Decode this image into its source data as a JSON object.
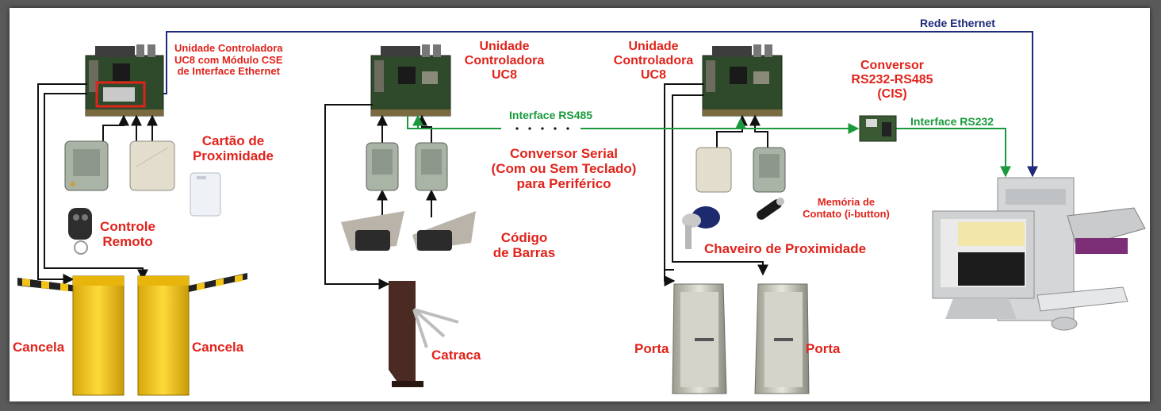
{
  "labels": {
    "rede_ethernet": "Rede Ethernet",
    "uc8_cse": [
      "Unidade Controladora",
      "UC8 com Módulo CSE",
      "de Interface Ethernet"
    ],
    "uc8_a": [
      "Unidade",
      "Controladora",
      "UC8"
    ],
    "uc8_b": [
      "Unidade",
      "Controladora",
      "UC8"
    ],
    "conversor_cis": [
      "Conversor",
      "RS232-RS485",
      "(CIS)"
    ],
    "interface_rs485": "Interface RS485",
    "interface_rs232": "Interface RS232",
    "cartao": [
      "Cartão de",
      "Proximidade"
    ],
    "controle": [
      "Controle",
      "Remoto"
    ],
    "conversor_serial": [
      "Conversor Serial",
      "(Com ou Sem Teclado)",
      "para Periférico"
    ],
    "codigo": [
      "Código",
      "de Barras"
    ],
    "memoria": [
      "Memória de",
      "Contato (i-button)"
    ],
    "chaveiro": "Chaveiro de Proximidade",
    "cancela_left": "Cancela",
    "cancela_right": "Cancela",
    "catraca": "Catraca",
    "porta_left": "Porta",
    "porta_right": "Porta"
  },
  "colors": {
    "label_red": "#e0231b",
    "rs485_green": "#1a9a3c",
    "ethernet_navy": "#1f2a7a",
    "wire_black": "#111111",
    "barrier_yellow": "#f2c418"
  },
  "icons": [
    "controller-board-icon",
    "keypad-reader-icon",
    "proximity-reader-icon",
    "proximity-card-icon",
    "remote-control-icon",
    "barcode-reader-icon",
    "barrier-gate-icon",
    "turnstile-icon",
    "door-icon",
    "keyfob-icon",
    "ibutton-icon",
    "converter-board-icon",
    "computer-workstation-icon"
  ]
}
